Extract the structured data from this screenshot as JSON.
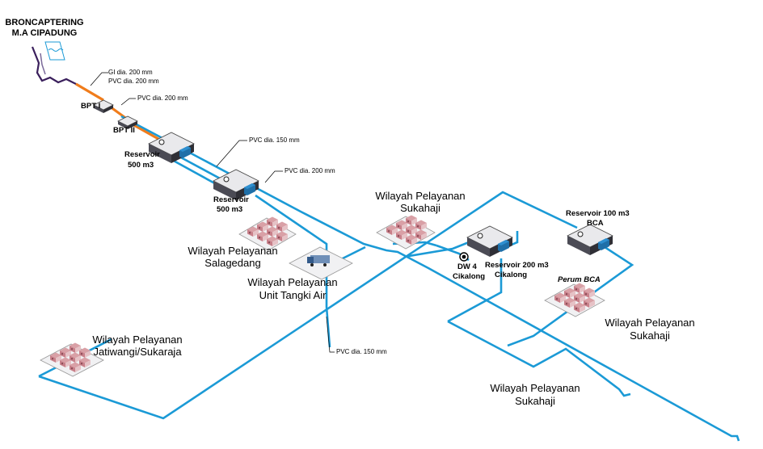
{
  "source": {
    "line1": "BRONCAPTERING",
    "line2": "M.A CIPADUNG"
  },
  "pipes": {
    "gi_200": "GI dia. 200 mm",
    "pvc_200_a": "PVC dia. 200 mm",
    "pvc_200_b": "PVC dia. 200 mm",
    "pvc_150_a": "PVC dia. 150 mm",
    "pvc_200_c": "PVC dia. 200 mm",
    "pvc_150_b": "PVC dia. 150 mm"
  },
  "nodes": {
    "bpt1": "BPT I",
    "bpt2": "BPT II",
    "reservoir1": {
      "line1": "Reservoir",
      "line2": "500 m3"
    },
    "reservoir2": {
      "line1": "Reservoir",
      "line2": "500 m3"
    },
    "reservoir_cikalong": {
      "line1": "Reservoir 200 m3",
      "line2": "Cikalong"
    },
    "reservoir_bca": {
      "line1": "Reservoir 100 m3",
      "line2": "BCA"
    },
    "dw4": {
      "line1": "DW 4",
      "line2": "Cikalong"
    },
    "perum_bca": "Perum BCA"
  },
  "regions": {
    "sukahaji_top": {
      "line1": "Wilayah Pelayanan",
      "line2": "Sukahaji"
    },
    "salagedang": {
      "line1": "Wilayah Pelayanan",
      "line2": "Salagedang"
    },
    "tangki": {
      "line1": "Wilayah Pelayanan",
      "line2": "Unit Tangki Air"
    },
    "jatiwangi": {
      "line1": "Wilayah Pelayanan",
      "line2": "Jatiwangi/Sukaraja"
    },
    "sukahaji_right": {
      "line1": "Wilayah Pelayanan",
      "line2": "Sukahaji"
    },
    "sukahaji_bottom": {
      "line1": "Wilayah Pelayanan",
      "line2": "Sukahaji"
    }
  },
  "colors": {
    "pipe_blue": "#1b9ad6",
    "pipe_orange": "#f07c1b",
    "river": "#3a1f5c",
    "tank_top": "#e9e9ec",
    "tank_side": "#4b4b55",
    "outlet": "#1f6fa8",
    "house_roof": "#c8808a"
  }
}
